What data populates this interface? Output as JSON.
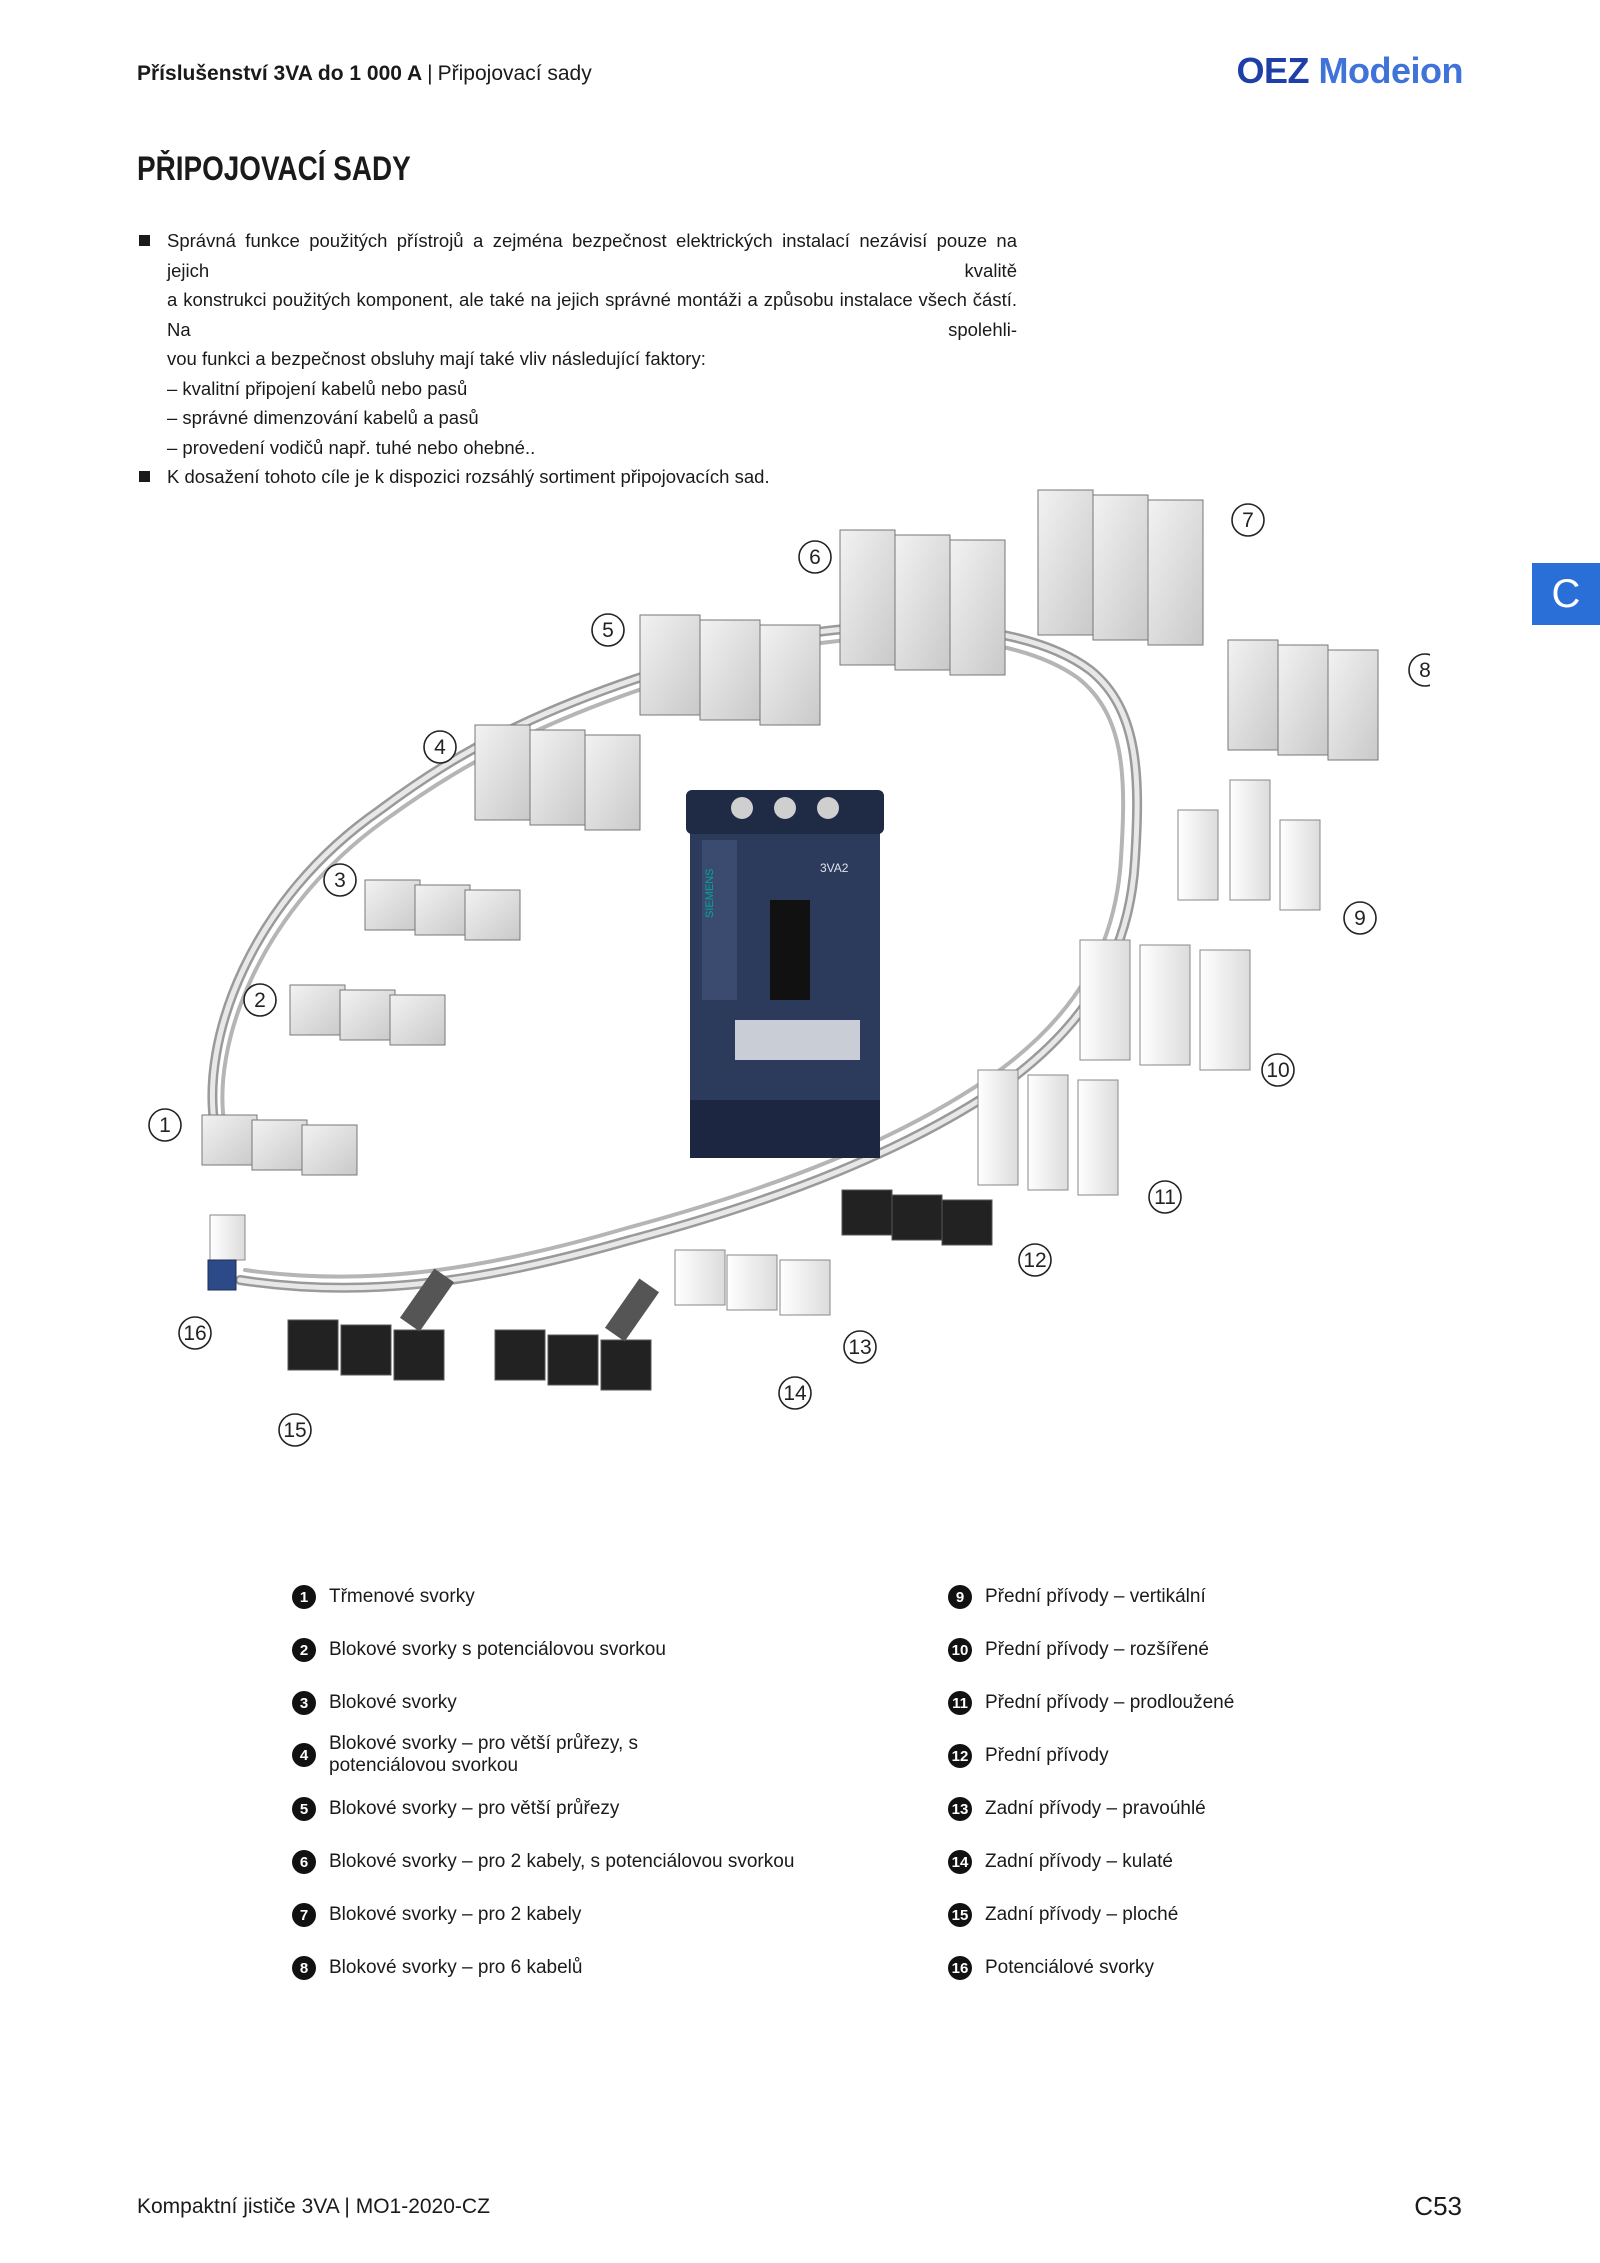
{
  "header": {
    "section_bold": "Příslušenství 3VA do 1 000 A",
    "separator": "|",
    "section_sub": "Připojovací sady"
  },
  "logo": {
    "brand": "OEZ",
    "product": "Modeion"
  },
  "page_title": "PŘIPOJOVACÍ SADY",
  "intro": {
    "bullet1_lines": [
      "Správná funkce použitých přístrojů a zejména bezpečnost elektrických instalací nezávisí pouze na jejich kvalitě",
      "a konstrukci použitých komponent, ale také na jejich správné montáži a způsobu instalace všech částí. Na spolehli-",
      "vou funkci a bezpečnost obsluhy mají také vliv následující faktory:"
    ],
    "sub_items": [
      "– kvalitní připojení kabelů nebo pasů",
      "– správné dimenzování kabelů a pasů",
      "– provedení vodičů např. tuhé nebo ohebné.."
    ],
    "bullet2": "K dosažení tohoto cíle je k dispozici rozsáhlý sortiment připojovacích sad."
  },
  "side_tab": "C",
  "figure": {
    "breaker_brand": "SIEMENS",
    "breaker_model": "3VA2",
    "callouts": [
      "1",
      "2",
      "3",
      "4",
      "5",
      "6",
      "7",
      "8",
      "9",
      "10",
      "11",
      "12",
      "13",
      "14",
      "15",
      "16"
    ]
  },
  "legend_left": [
    {
      "num": "1",
      "text": "Třmenové svorky"
    },
    {
      "num": "2",
      "text": "Blokové svorky s potenciálovou svorkou"
    },
    {
      "num": "3",
      "text": "Blokové svorky"
    },
    {
      "num": "4",
      "text": "Blokové svorky – pro větší průřezy, s potenciálovou svorkou"
    },
    {
      "num": "5",
      "text": "Blokové svorky – pro větší průřezy"
    },
    {
      "num": "6",
      "text": "Blokové svorky – pro 2 kabely, s potenciálovou svorkou"
    },
    {
      "num": "7",
      "text": "Blokové svorky – pro 2 kabely"
    },
    {
      "num": "8",
      "text": "Blokové svorky – pro 6 kabelů"
    }
  ],
  "legend_right": [
    {
      "num": "9",
      "text": "Přední přívody – vertikální"
    },
    {
      "num": "10",
      "text": "Přední přívody – rozšířené"
    },
    {
      "num": "11",
      "text": "Přední přívody – prodloužené"
    },
    {
      "num": "12",
      "text": "Přední přívody"
    },
    {
      "num": "13",
      "text": "Zadní přívody – pravoúhlé"
    },
    {
      "num": "14",
      "text": "Zadní přívody – kulaté"
    },
    {
      "num": "15",
      "text": "Zadní přívody – ploché"
    },
    {
      "num": "16",
      "text": "Potenciálové svorky"
    }
  ],
  "footer": {
    "left": "Kompaktní jističe 3VA",
    "separator": "|",
    "doc_code": "MO1-2020-CZ",
    "page_number": "C53"
  }
}
